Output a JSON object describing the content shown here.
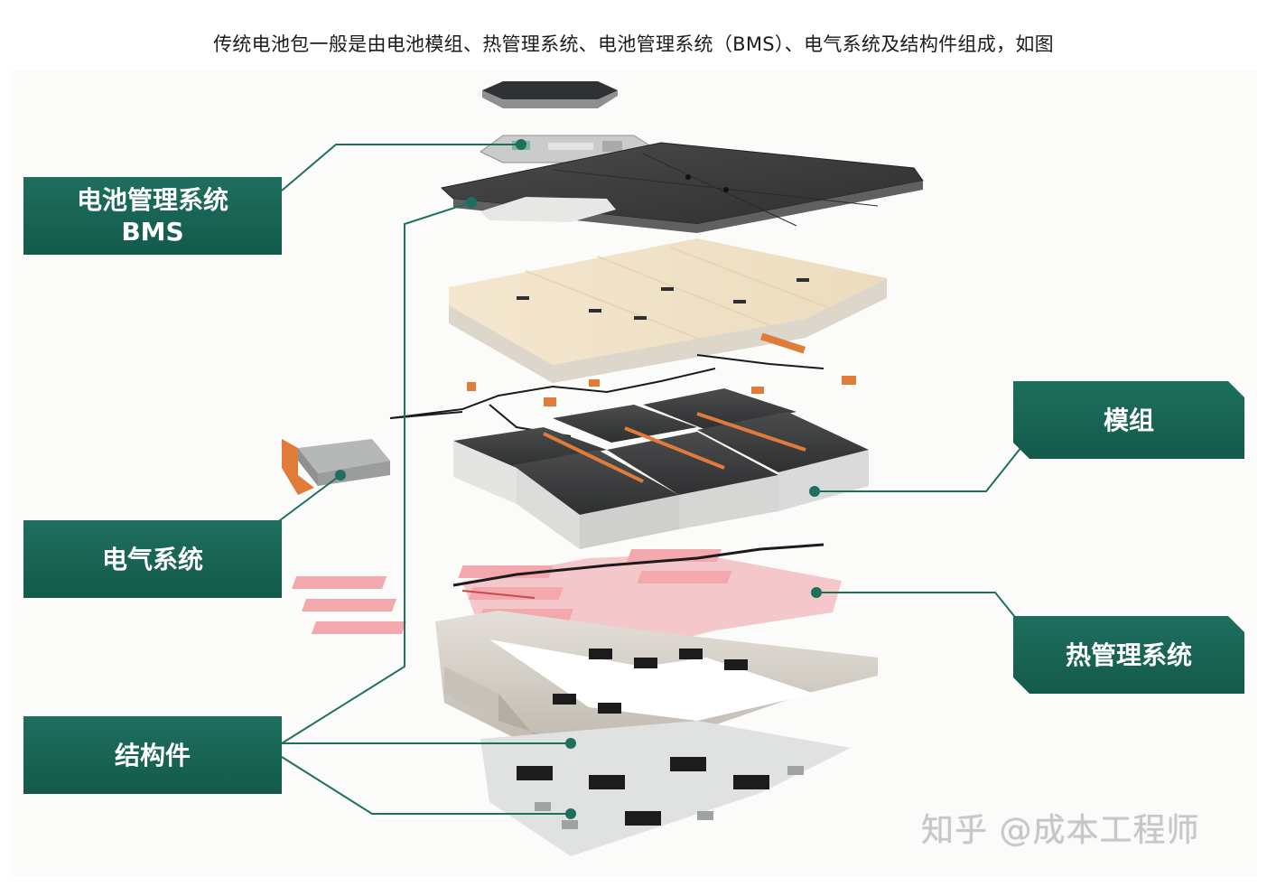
{
  "caption": "传统电池包一般是由电池模组、热管理系统、电池管理系统（BMS）、电气系统及结构件组成，如图",
  "labels": {
    "bms_line1": "电池管理系统",
    "bms_line2": "BMS",
    "electrical": "电气系统",
    "structure": "结构件",
    "module": "模组",
    "thermal": "热管理系统"
  },
  "watermark": "知乎 @成本工程师",
  "colors": {
    "label_bg": "#1a6553",
    "leader_line": "#1f6f5e",
    "thermal_plate": "#f2a8ad",
    "battery_top": "#3c3d3e",
    "tray": "#d8d3cb",
    "copper": "#e07b3a"
  }
}
